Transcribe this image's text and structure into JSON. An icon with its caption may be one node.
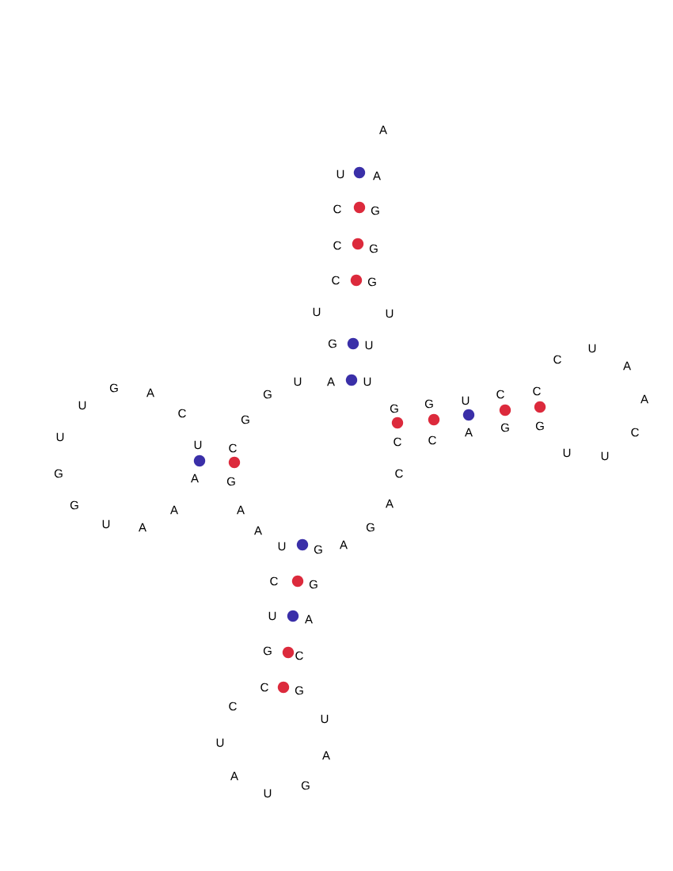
{
  "diagram": {
    "labels": [
      "A",
      "U",
      "A",
      "C",
      "G",
      "C",
      "G",
      "C",
      "G",
      "U",
      "U",
      "G",
      "U",
      "U",
      "A",
      "U",
      "G",
      "A",
      "G",
      "U",
      "C",
      "G",
      "G",
      "U",
      "C",
      "C",
      "C",
      "U",
      "A",
      "A",
      "C",
      "U",
      "U",
      "G",
      "U",
      "U",
      "C",
      "G",
      "A",
      "G",
      "C",
      "C",
      "A",
      "G",
      "G",
      "C",
      "G",
      "A",
      "A",
      "A",
      "U",
      "A",
      "A",
      "G",
      "U",
      "G",
      "A",
      "C",
      "G",
      "U",
      "A",
      "G",
      "C",
      "C",
      "G",
      "C",
      "U",
      "U",
      "A",
      "A",
      "U",
      "G"
    ]
  }
}
